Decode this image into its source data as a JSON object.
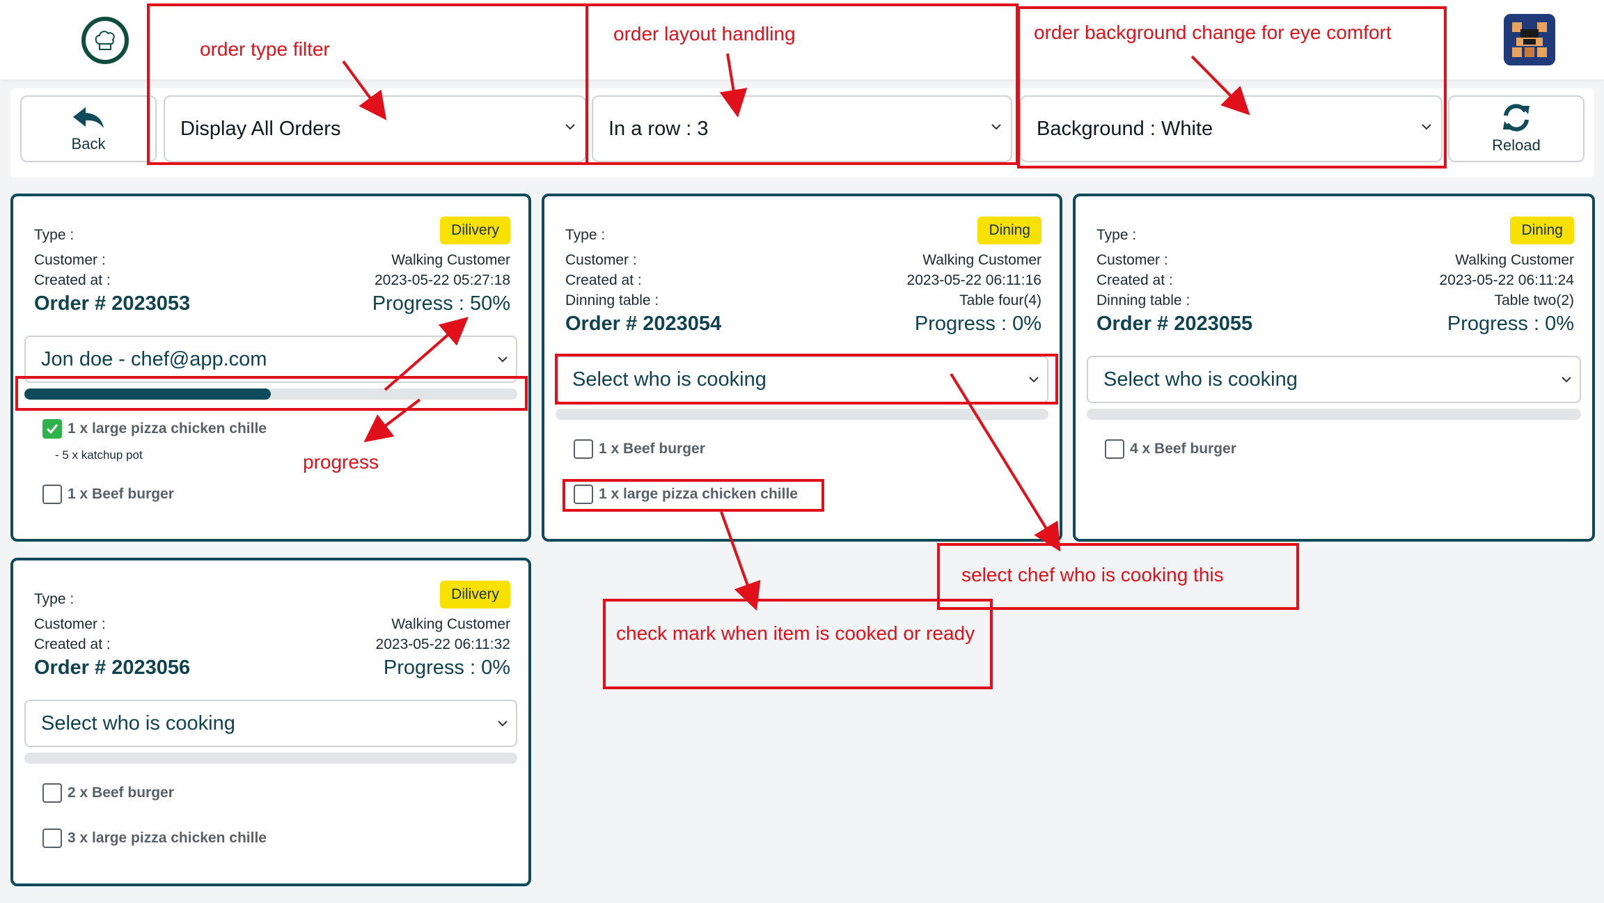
{
  "toolbar": {
    "back_label": "Back",
    "reload_label": "Reload",
    "order_filter": "Display All Orders",
    "row_layout": "In a row : 3",
    "background": "Background : White"
  },
  "labels": {
    "type": "Type :",
    "customer": "Customer :",
    "created_at": "Created at :",
    "dinning_table": "Dinning table :"
  },
  "orders": [
    {
      "badge": "Dilivery",
      "customer": "Walking Customer",
      "created_at": "2023-05-22 05:27:18",
      "order_no": "Order # 2023053",
      "progress_text": "Progress : 50%",
      "progress": 0.5,
      "chef": "Jon doe - chef@app.com",
      "items": [
        {
          "label": "1 x large pizza chicken chille",
          "checked": true,
          "sub": "- 5 x katchup pot"
        },
        {
          "label": "1 x Beef burger",
          "checked": false
        }
      ]
    },
    {
      "badge": "Dining",
      "customer": "Walking Customer",
      "created_at": "2023-05-22 06:11:16",
      "table": "Table four(4)",
      "order_no": "Order # 2023054",
      "progress_text": "Progress : 0%",
      "progress": 0,
      "chef": "Select who is cooking",
      "items": [
        {
          "label": "1 x Beef burger",
          "checked": false
        },
        {
          "label": "1 x large pizza chicken chille",
          "checked": false
        }
      ]
    },
    {
      "badge": "Dining",
      "customer": "Walking Customer",
      "created_at": "2023-05-22 06:11:24",
      "table": "Table two(2)",
      "order_no": "Order # 2023055",
      "progress_text": "Progress : 0%",
      "progress": 0,
      "chef": "Select who is cooking",
      "items": [
        {
          "label": "4 x Beef burger",
          "checked": false
        }
      ]
    },
    {
      "badge": "Dilivery",
      "customer": "Walking Customer",
      "created_at": "2023-05-22 06:11:32",
      "order_no": "Order # 2023056",
      "progress_text": "Progress : 0%",
      "progress": 0,
      "chef": "Select who is cooking",
      "items": [
        {
          "label": "2 x Beef burger",
          "checked": false
        },
        {
          "label": "3 x large pizza chicken chille",
          "checked": false
        }
      ]
    }
  ],
  "annotations": {
    "order_type_filter": "order type filter",
    "layout_handling": "order layout handling",
    "background_change": "order background change for eye comfort",
    "progress": "progress",
    "select_chef": "select chef who is cooking this",
    "check_mark": "check mark when item is cooked or ready"
  },
  "colors": {
    "accent": "#0f4b5a",
    "annotation": "#e0111a",
    "badge": "#f8e000",
    "check": "#2db34a"
  }
}
